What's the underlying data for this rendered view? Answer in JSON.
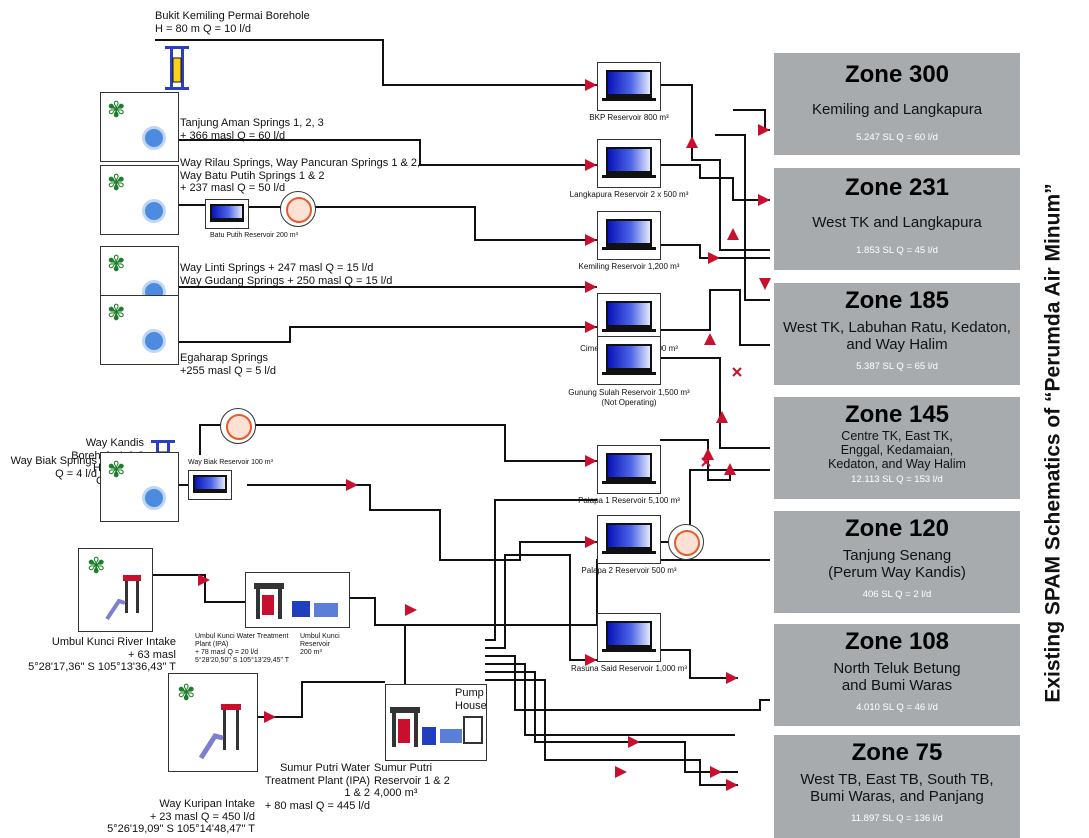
{
  "title": "Existing SPAM Schematics of “Perumda Air Minum”",
  "sources": {
    "bukit_kemiling": "Bukit Kemiling Permai Borehole\nH = 80 m Q = 10 l/d",
    "tanjung_aman": "Tanjung Aman Springs 1, 2, 3\n+ 366 masl Q = 60 l/d",
    "way_rilau": "Way Rilau Springs, Way Pancuran Springs 1 & 2,\nWay Batu Putih Springs 1 & 2\n+ 237 masl Q = 50 l/d",
    "batu_putih_res": "Batu Putih Reservoir 200 m³",
    "way_linti": "Way Linti Springs + 247 masl Q = 15 l/d\nWay Gudang Springs + 250 masl Q = 15 l/d",
    "egaharap": "Egaharap Springs\n+255 masl Q = 5 l/d",
    "way_kandis": "Way Kandis Borehole 1 & 3\nH = 100 m\nQ = 20 l/d",
    "way_biak": "Way Biak Springs\nQ = 4 l/d",
    "way_biak_res": "Way Biak Reservoir 100 m³",
    "umbul_kunci_intake": "Umbul Kunci River Intake\n+ 63 masl\n5°28'17,36\" S 105°13'36,43\" T",
    "umbul_kunci_wtp": "Umbul Kunci Water Treatment\nPlant (IPA)\n+ 78 masl Q = 20 l/d\n5°28'20,50\" S 105°13'29,45\" T",
    "umbul_kunci_res": "Umbul Kunci\nReservoir\n200 m³",
    "way_kuripan": "Way Kuripan Intake\n+ 23 masl Q = 450 l/d\n5°26'19,09\" S 105°14'48,47\" T",
    "sumur_putri_wtp": "Sumur Putri Water\nTreatment Plant (IPA)\n1 & 2\n+ 80 masl Q = 445 l/d",
    "sumur_putri_res": "Sumur Putri\nReservoir 1 & 2\n4,000 m³",
    "pump_house": "Pump\nHouse"
  },
  "reservoirs": {
    "bkp": "BKP Reservoir 800 m³",
    "langkapura": "Langkapura Reservoir 2 x 500 m³",
    "kemiling": "Kemiling Reservoir 1,200 m³",
    "cimeng": "Cimeng Reservoir 2,000 m³",
    "gunung_sulah": "Gunung Sulah Reservoir 1,500 m³\n(Not Operating)",
    "palapa1": "Palapa 1 Reservoir 5,100 m³",
    "palapa2": "Palapa 2 Reservoir 500 m³",
    "rasuna": "Rasuna Said Reservoir 1,000 m³"
  },
  "zones": [
    {
      "title": "Zone 300",
      "desc": "Kemiling and Langkapura",
      "stats": "5.247 SL  Q = 60 l/d"
    },
    {
      "title": "Zone 231",
      "desc": "West TK and Langkapura",
      "stats": "1.853 SL  Q = 45 l/d"
    },
    {
      "title": "Zone 185",
      "desc": "West TK, Labuhan Ratu, Kedaton,\nand Way Halim",
      "stats": "5.387 SL  Q = 65 l/d"
    },
    {
      "title": "Zone 145",
      "desc": "Centre TK, East TK,\nEnggal, Kedamaian,\nKedaton, and Way Halim",
      "stats": "12.113 SL  Q = 153 l/d"
    },
    {
      "title": "Zone 120",
      "desc": "Tanjung Senang\n(Perum Way Kandis)",
      "stats": "406 SL  Q = 2 l/d"
    },
    {
      "title": "Zone 108",
      "desc": "North Teluk Betung\nand Bumi Waras",
      "stats": "4.010 SL  Q = 46 l/d"
    },
    {
      "title": "Zone 75",
      "desc": "West TB, East TB, South TB,\nBumi Waras, and Panjang",
      "stats": "11.897 SL  Q = 136 l/d"
    }
  ]
}
